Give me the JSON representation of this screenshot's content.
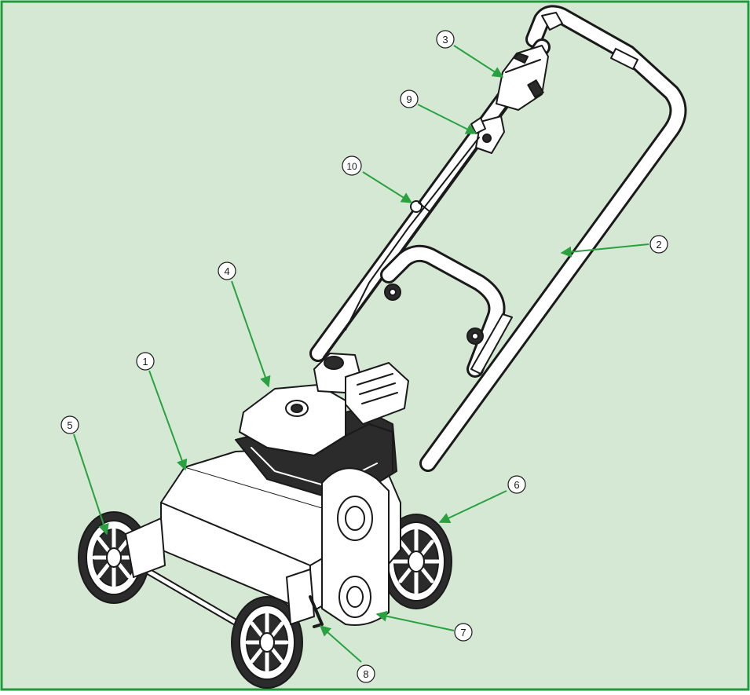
{
  "colors": {
    "background": "#d4e8d3",
    "border": "#1f9a3b",
    "leader_arrow": "#2aa140",
    "callout_fill": "#ffffff",
    "outline": "#1a1a1a",
    "machine_dark": "#2b2b2b"
  },
  "callouts": [
    {
      "label": "1",
      "target": "deck-housing"
    },
    {
      "label": "2",
      "target": "lower-handle-frame"
    },
    {
      "label": "3",
      "target": "throttle-control"
    },
    {
      "label": "4",
      "target": "engine"
    },
    {
      "label": "5",
      "target": "front-left-wheel"
    },
    {
      "label": "6",
      "target": "rear-wheel"
    },
    {
      "label": "7",
      "target": "belt-cover"
    },
    {
      "label": "8",
      "target": "front-right-wheel"
    },
    {
      "label": "9",
      "target": "engine-stop-lever"
    },
    {
      "label": "10",
      "target": "handle-knob"
    }
  ]
}
